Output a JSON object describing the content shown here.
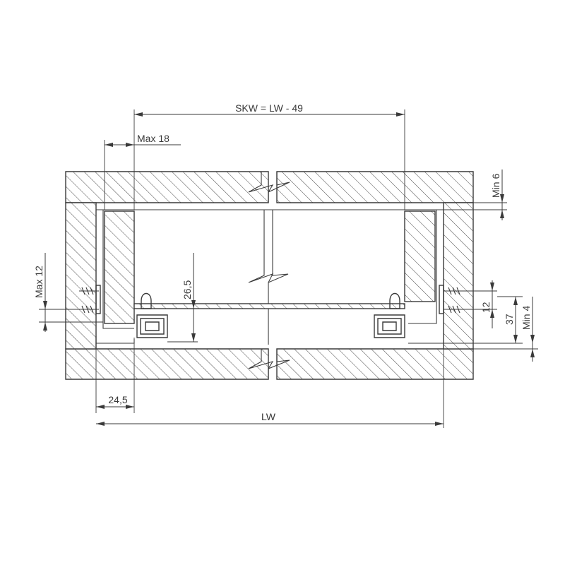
{
  "dimensions": {
    "skw": "SKW = LW - 49",
    "max18": "Max 18",
    "min6": "Min 6",
    "max12": "Max 12",
    "d26_5": "26,5",
    "d12": "12",
    "d37": "37",
    "min4": "Min 4",
    "d24_5": "24,5",
    "lw": "LW"
  }
}
